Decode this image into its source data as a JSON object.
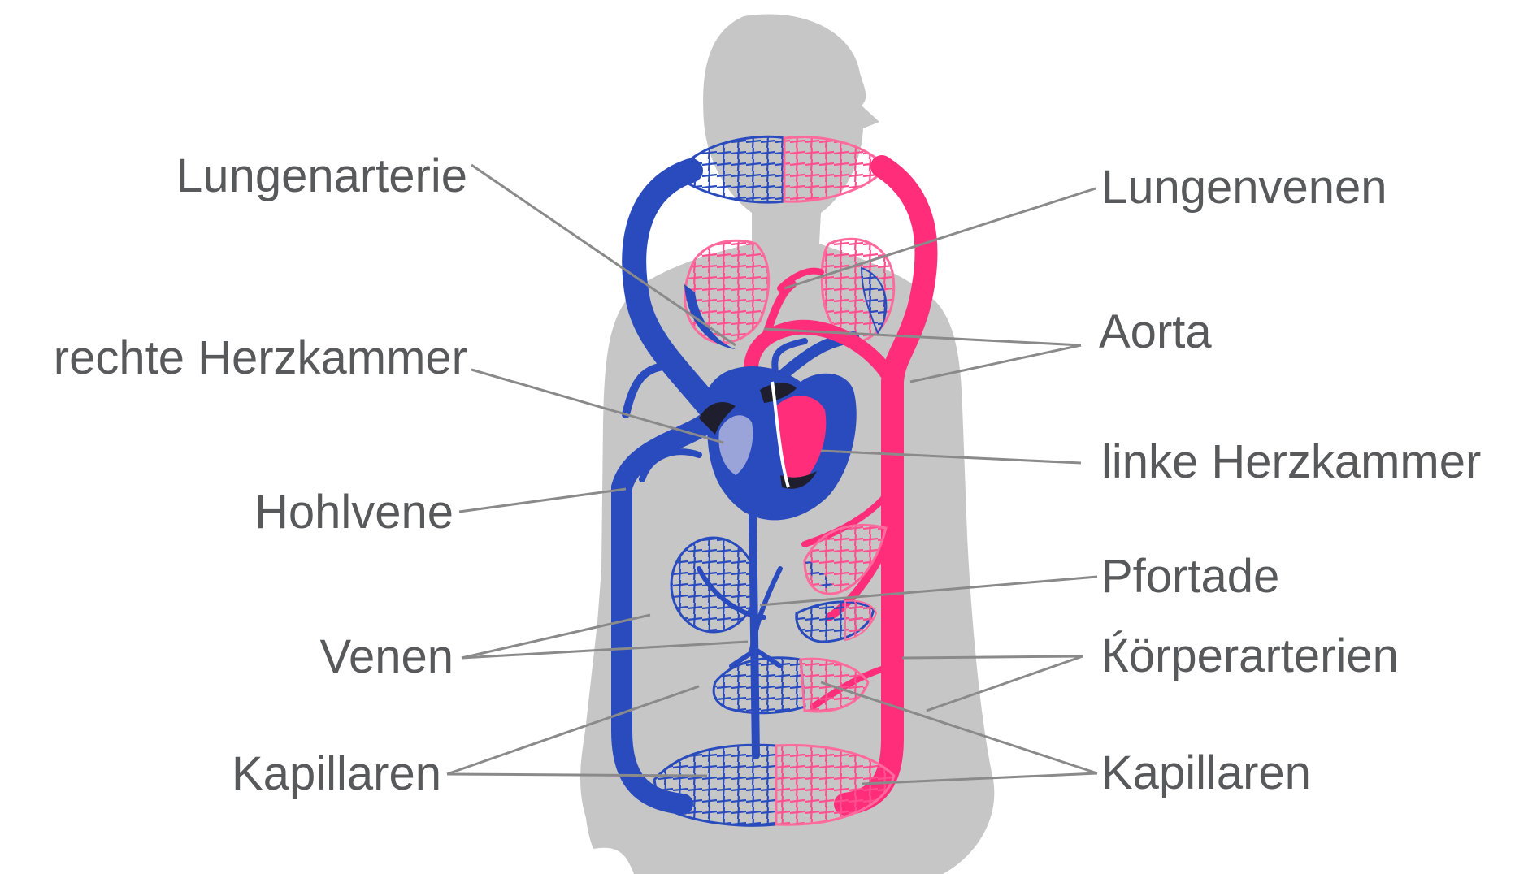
{
  "labels": {
    "left": {
      "lungenarterie": "Lungenarterie",
      "rechte_herzkammer": "rechte Herzkammer",
      "hohlvene": "Hohlvene",
      "venen": "Venen",
      "kapillaren": "Kapillaren"
    },
    "right": {
      "lungenvenen": "Lungenvenen",
      "aorta": "Aorta",
      "linke_herzkammer": "linke Herzkammer",
      "pfortade": "Pfortade",
      "koerperarterien": "Ќörperarterien",
      "kapillaren": "Kapillaren"
    }
  },
  "colors": {
    "silhouette": "#c6c6c6",
    "venous": "#2a4bbd",
    "arterial": "#ff2d7a",
    "capillary_light": "#f4a6a6",
    "heart_dark": "#1e1e2e",
    "label_text": "#58595b",
    "leader_line": "#8a8a8a"
  }
}
